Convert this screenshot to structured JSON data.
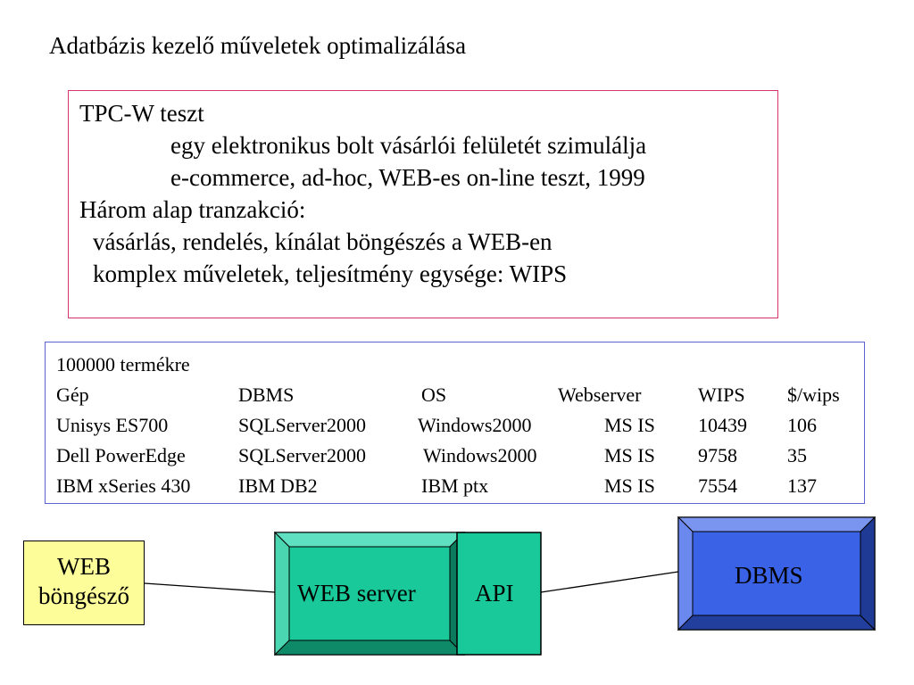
{
  "slide": {
    "title": "Adatbázis kezelő műveletek optimalizálása",
    "tpc": {
      "lines": [
        "TPC-W teszt",
        "egy elektronikus bolt vásárlói felületét szimulálja",
        "e-commerce, ad-hoc, WEB-es on-line teszt, 1999",
        "Három alap tranzakció:",
        "vásárlás, rendelés, kínálat böngészés a WEB-en",
        "komplex műveletek, teljesítmény egysége: WIPS"
      ]
    },
    "table": {
      "caption": "100000 termékre",
      "headers": [
        "Gép",
        "DBMS",
        "OS",
        "Webserver",
        "WIPS",
        "$/wips"
      ],
      "rows": [
        [
          "Unisys ES700",
          "SQLServer2000",
          "Windows2000",
          "MS IS",
          "10439",
          "106"
        ],
        [
          "Dell PowerEdge",
          "SQLServer2000",
          "Windows2000",
          "MS IS",
          "9758",
          "35"
        ],
        [
          "IBM xSeries 430",
          "IBM DB2",
          "IBM ptx",
          "MS IS",
          "7554",
          "137"
        ]
      ]
    },
    "diagram": {
      "browser_label_1": "WEB",
      "browser_label_2": "böngésző",
      "webserver_label": "WEB server",
      "api_label": "API",
      "dbms_label": "DBMS",
      "colors": {
        "browser_fill": "#fdfd9a",
        "server_fill": "#19c99a",
        "dbms_fill": "#3a62e6",
        "tpc_border": "#d8336a",
        "table_border": "#5a63d0"
      }
    }
  }
}
